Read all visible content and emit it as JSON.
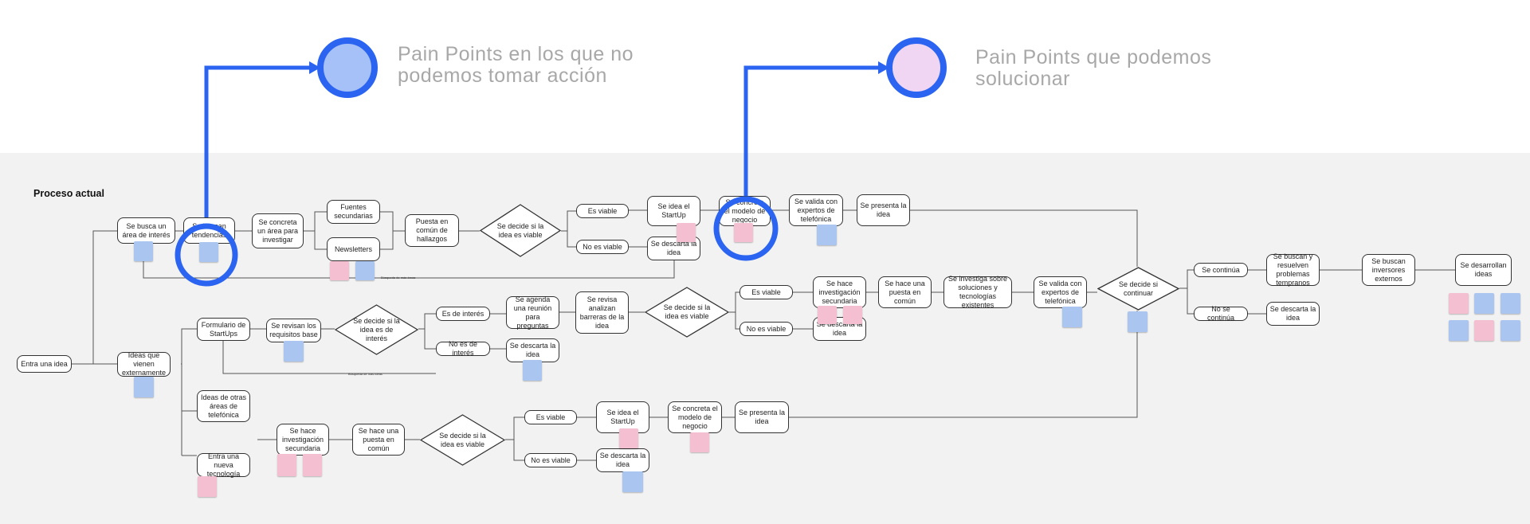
{
  "legend": {
    "item1": {
      "line1": "Pain Points  en los que no",
      "line2": "podemos  tomar  acción",
      "fill": "#a6c1f7",
      "ring": "#2b64f0"
    },
    "item2": {
      "line1": "Pain Points  que podemos",
      "line2": "solucionar",
      "fill": "#f0d6f3",
      "ring": "#2b64f0"
    }
  },
  "section_title": "Proceso actual",
  "nodes": {
    "entra_idea": "Entra una idea",
    "busca_area": "Se busca un área de interés",
    "tendencias": "Se buscan tendencias",
    "concreta_area": "Se concreta un área para investigar",
    "fuentes": "Fuentes secundarias",
    "newsletters": "Newsletters",
    "puesta_comun1": "Puesta en común de hallazgos",
    "decide_viable1": "Se decide si la idea es viable",
    "es_viable1": "Es viable",
    "no_viable1": "No es viable",
    "idea_startup1": "Se idea el StartUp",
    "descarta1": "Se descarta la idea",
    "concreta_negocio1": "Se concreta el modelo de negocio",
    "valida_expertos1": "Se valida con expertos de telefónica",
    "presenta1": "Se presenta la idea",
    "ideas_externas": "Ideas que vienen externamente",
    "formulario": "Formulario de StartUps",
    "revisan_requisitos": "Se revisan los requisitos base",
    "decide_interes": "Se decide si la idea es de interés",
    "es_interes": "Es de interés",
    "no_interes": "No es de interés",
    "agenda_reunion": "Se agenda una reunión para preguntas",
    "descarta2": "Se descarta la idea",
    "revisa_barreras": "Se revisa analizan barreras de la idea",
    "decide_viable2": "Se decide si la idea es viable",
    "es_viable2": "Es viable",
    "no_viable2": "No es viable",
    "investigacion2": "Se hace investigación secundaria",
    "descarta3": "Se descarta la idea",
    "puesta_comun2": "Se hace una puesta en común",
    "investiga_soluciones": "Se investiga sobre soluciones y tecnologías existentes",
    "valida_expertos2": "Se valida con expertos de telefónica",
    "decide_continuar": "Se decide si continuar",
    "continua": "Se continúa",
    "no_continua": "No se continúa",
    "problemas_tempranos": "Se buscan y resuelven problemas tempranos",
    "inversores": "Se buscan inversores externos",
    "desarrollan": "Se desarrollan ideas",
    "descarta4": "Se descarta la idea",
    "ideas_areas": "Ideas de otras áreas de telefónica",
    "nueva_tecnologia": "Entra una nueva tecnología",
    "investigacion3": "Se hace investigación secundaria",
    "puesta_comun3": "Se hace una puesta en común",
    "decide_viable3": "Se decide si la idea es viable",
    "es_viable3": "Es viable",
    "no_viable3": "No es viable",
    "idea_startup3": "Se idea el StartUp",
    "descarta5": "Se descarta la idea",
    "concreta_negocio3": "Se concreta el modelo de negocio",
    "presenta3": "Se presenta la idea"
  },
  "labels": {
    "busqueda1": "Búsqueda de más áreas",
    "busqueda2": "Búsqueda de más ideas"
  },
  "colors": {
    "highlight_ring": "#2b64f0",
    "sticky_blue": "#a9c5f0",
    "sticky_pink": "#f4bfd0"
  }
}
